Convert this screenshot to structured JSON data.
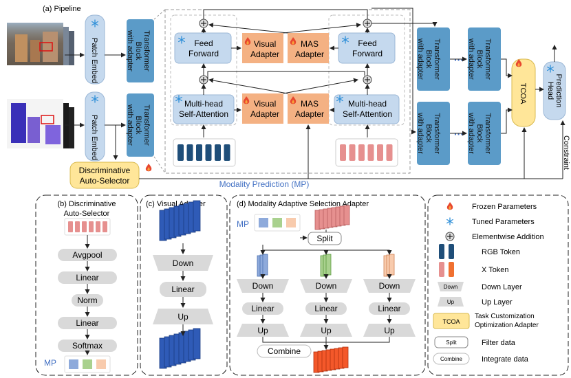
{
  "pipeline": {
    "section_label": "(a) Pipeline",
    "patch_embed": "Patch Embed",
    "tb_line1": "Transformer",
    "tb_line2": "Block",
    "tb_line3": "with adapter",
    "feed1": "Feed",
    "feed2": "Forward",
    "mha1": "Multi-head",
    "mha2": "Self-Attention",
    "visual1": "Visual",
    "visual2": "Adapter",
    "mas1": "MAS",
    "mas2": "Adapter",
    "das1": "Discriminative",
    "das2": "Auto-Selector",
    "tcoa": "TCOA",
    "pred1": "Prediction",
    "pred2": "Head",
    "constraint": "Constraint",
    "mp_label": "Modality Prediction (MP)",
    "dots": "···"
  },
  "das_panel": {
    "title1": "(b) Discriminative",
    "title2": "Auto-Selector",
    "steps": [
      "Avgpool",
      "Linear",
      "Norm",
      "Linear",
      "Softmax"
    ],
    "mp": "MP"
  },
  "va_panel": {
    "title": "(c) Visual Adapter",
    "down": "Down",
    "linear": "Linear",
    "up": "Up"
  },
  "mas_panel": {
    "title": "(d) Modality Adaptive Selection Adapter",
    "mp": "MP",
    "split": "Split",
    "down": "Down",
    "linear": "Linear",
    "up": "Up",
    "combine": "Combine"
  },
  "legend": {
    "frozen": "Frozen Parameters",
    "tuned": "Tuned Parameters",
    "add": "Elementwise Addition",
    "rgb": "RGB Token",
    "x": "X Token",
    "down_icon": "Down",
    "down": "Down Layer",
    "up_icon": "Up",
    "up": "Up Layer",
    "tcoa_icon": "TCOA",
    "tcoa1": "Task Customization",
    "tcoa2": "Optimization Adapter",
    "split_icon": "Split",
    "split": "Filter data",
    "combine_icon": "Combine",
    "combine": "Integrate data"
  },
  "colors": {
    "tb": "#5b9bc8",
    "light_blue": "#c5d9ee",
    "orange": "#f4b183",
    "yellow": "#ffe699",
    "mp_blue": "#4472c4",
    "rgb_token": "#1f4e79",
    "x_token": "#e6908f"
  }
}
